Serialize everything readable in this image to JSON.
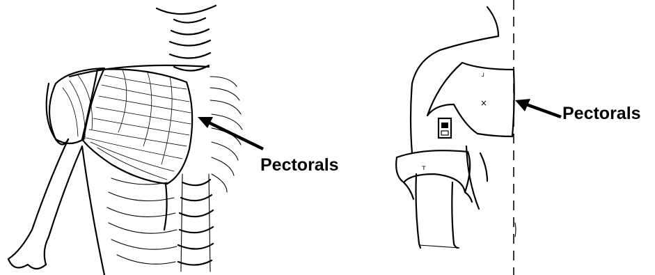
{
  "labels": {
    "left": "Pectorals",
    "right": "Pectorals"
  },
  "colors": {
    "ink": "#000000",
    "background": "#ffffff"
  },
  "figures": {
    "left": "anatomical-drawing-chest-muscles",
    "right": "sketch-torso-outline"
  }
}
